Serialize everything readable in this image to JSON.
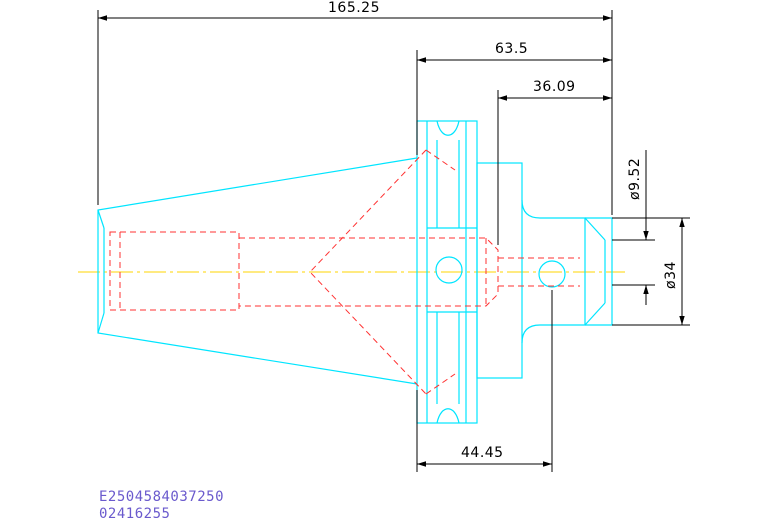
{
  "dimensions": {
    "overall_length": "165.25",
    "flange_to_end": "63.5",
    "collar_to_end": "36.09",
    "pilot_diameter": "ø9.52",
    "body_diameter": "ø34",
    "flange_to_hole": "44.45"
  },
  "part_codes": {
    "line1": "E2504584037250",
    "line2": "02416255"
  },
  "colors": {
    "part_outline": "#00e5ff",
    "hidden_lines": "#ff3030",
    "center_line": "#ffd400",
    "dimension_lines": "#000000",
    "code_text": "#6a5acd"
  }
}
